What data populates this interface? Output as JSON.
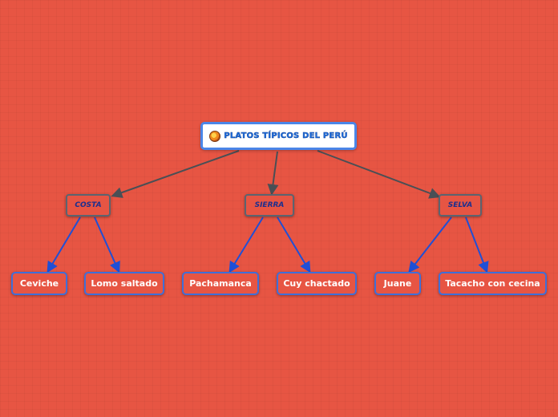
{
  "diagram": {
    "root": {
      "title": "PLATOS TÍPICOS DEL PERÚ",
      "icon": "peru-dish-icon"
    },
    "regions": [
      {
        "label": "COSTA",
        "dishes": [
          "Ceviche",
          "Lomo saltado"
        ]
      },
      {
        "label": "SIERRA",
        "dishes": [
          "Pachamanca",
          "Cuy chactado"
        ]
      },
      {
        "label": "SELVA",
        "dishes": [
          "Juane",
          "Tacacho con cecina"
        ]
      }
    ]
  },
  "colors": {
    "background": "#e75543",
    "root_border": "#4a86e8",
    "root_text": "#1f6fe0",
    "region_border": "#5b6470",
    "region_text": "#1b2f8f",
    "dish_border": "#3f6fd8",
    "dish_text": "#ffffff",
    "root_connector": "#4a4f55",
    "dish_connector": "#1f4fd6"
  }
}
